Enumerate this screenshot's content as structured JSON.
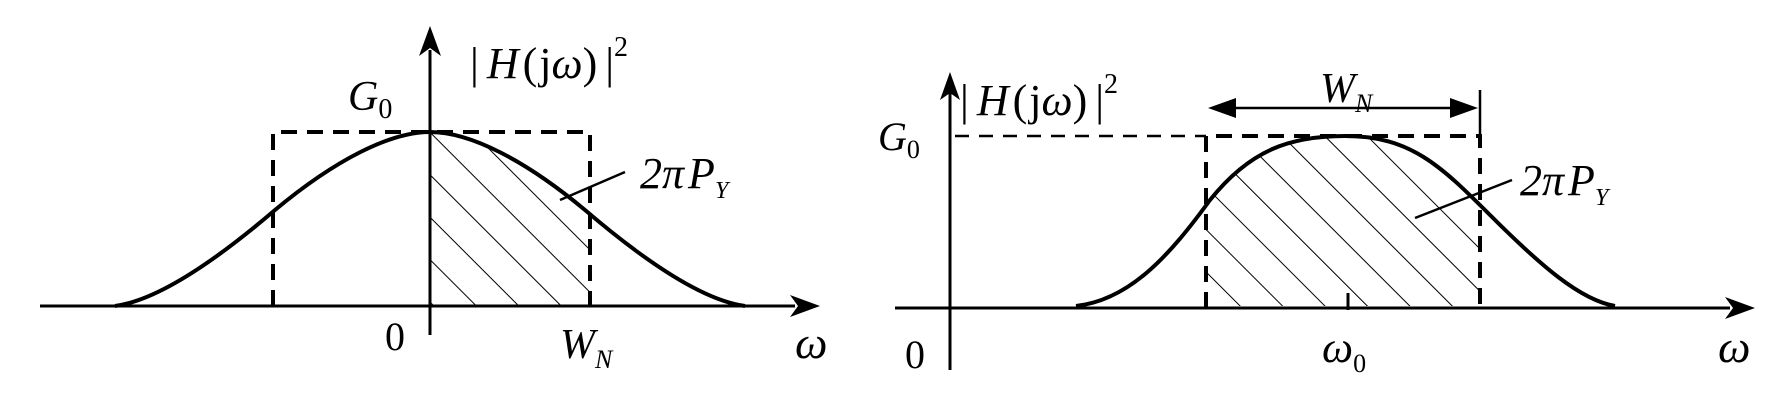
{
  "left_diagram": {
    "y_label": {
      "bar": "|",
      "main": "H",
      "open": "(",
      "j": "j",
      "omega": "ω",
      "close": ")",
      "sq": "2"
    },
    "g0_label": {
      "main": "G",
      "sub": "0"
    },
    "origin_label": "0",
    "wn_label": {
      "main": "W",
      "sub": "N"
    },
    "power_label": {
      "two_pi": "2π",
      "p": "P",
      "sub": "Y"
    },
    "x_label": "ω"
  },
  "right_diagram": {
    "y_label": {
      "bar": "|",
      "main": "H",
      "open": "(",
      "j": "j",
      "omega": "ω",
      "close": ")",
      "sq": "2"
    },
    "g0_label": {
      "main": "G",
      "sub": "0"
    },
    "origin_label": "0",
    "wn_label": {
      "main": "W",
      "sub": "N"
    },
    "omega0_label": {
      "main": "ω",
      "sub": "0"
    },
    "power_label": {
      "two_pi": "2π",
      "p": "P",
      "sub": "Y"
    },
    "x_label": "ω"
  }
}
